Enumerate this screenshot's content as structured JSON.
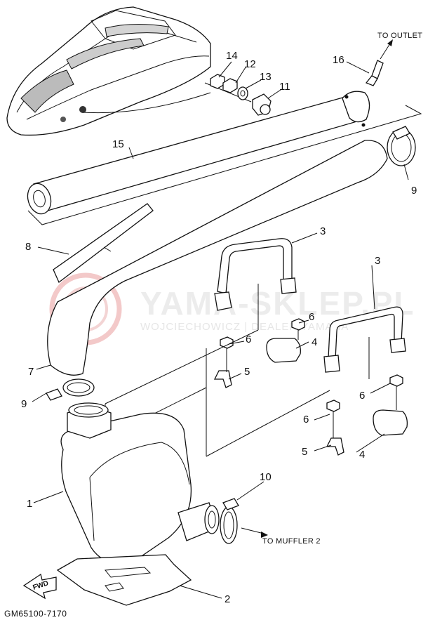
{
  "diagram_code": "GM65100-7170",
  "notes": {
    "to_outlet": "TO OUTLET",
    "to_muffler": "TO MUFFLER 2",
    "fwd": "FWD"
  },
  "watermark": {
    "brand": "YAMA-SKLEP.PL",
    "dealer": "WOJCIECHOWICZ | DEALER YAMAHA"
  },
  "callouts": [
    "1",
    "2",
    "3",
    "3",
    "4",
    "4",
    "5",
    "5",
    "6",
    "6",
    "6",
    "6",
    "7",
    "8",
    "9",
    "9",
    "10",
    "11",
    "12",
    "13",
    "14",
    "15",
    "16"
  ]
}
